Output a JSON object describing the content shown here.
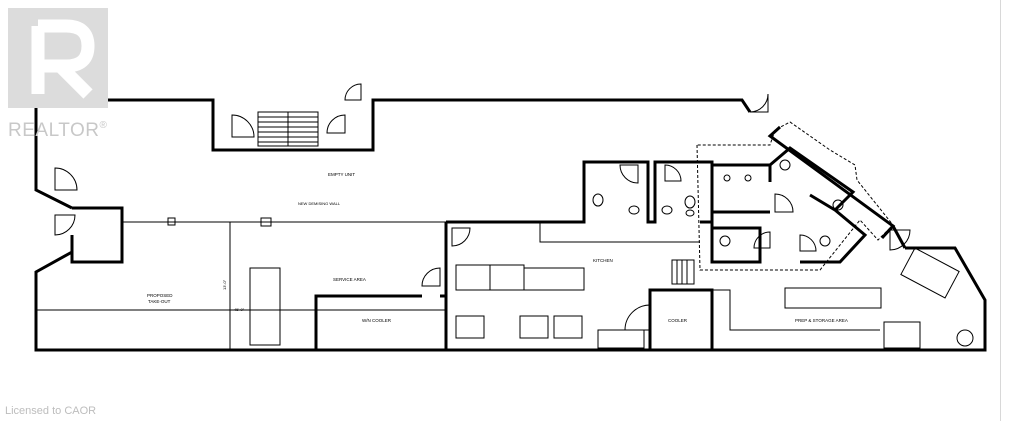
{
  "brand": {
    "logo_letter": "R",
    "logo_text": "REALTOR",
    "reg_mark": "®"
  },
  "license_text": "Licensed to CAOR",
  "rooms": {
    "empty_unit": "EMPTY UNIT",
    "demising_wall": "NEW DEMISING WALL",
    "kitchen": "KITCHEN",
    "service_area": "SERVICE AREA",
    "proposed": "PROPOSED",
    "takeout": "TAKE-OUT",
    "win_cooler": "W/N COOLER",
    "cooler": "COOLER",
    "prep_storage": "PREP & STORAGE AREA"
  },
  "dimensions": {
    "width_dim": "45'-0\"",
    "depth_dim": "13'-0\""
  },
  "colors": {
    "line": "#000000",
    "logo_fill": "#dcdcdc",
    "watermark_text": "#c8c8c8",
    "license_text": "#bdbdbd"
  }
}
